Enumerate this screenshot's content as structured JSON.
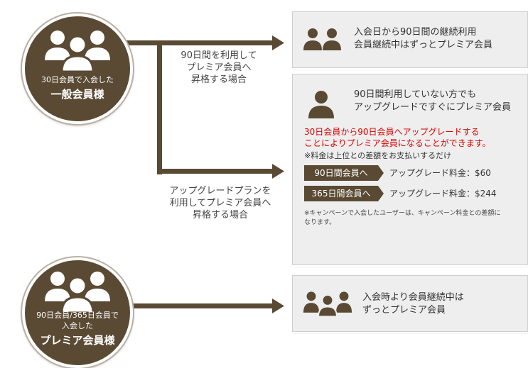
{
  "colors": {
    "brown": "#5a4a34",
    "red": "#e00000",
    "panel": "#eeeeee"
  },
  "circle_top": {
    "sub": "30日会員で入会した",
    "main": "一般会員様",
    "icon": "people-icon"
  },
  "circle_bottom": {
    "sub_line1": "90日会員/365日会員で",
    "sub_line2": "入会した",
    "main": "プレミア会員様",
    "icon": "people-icon"
  },
  "label_upper": {
    "line1": "90日間を利用して",
    "line2": "プレミア会員へ",
    "line3": "昇格する場合"
  },
  "label_lower": {
    "line1": "アップグレードプランを",
    "line2": "利用してプレミア会員へ",
    "line3": "昇格する場合"
  },
  "panel1": {
    "line1": "入会日から90日間の継続利用",
    "line2": "会員継続中はずっとプレミア会員",
    "icon": "people-icon"
  },
  "panel2": {
    "icon": "person-icon",
    "line1": "90日間利用していない方でも",
    "line2": "アップグレードですぐにプレミア会員",
    "red_line1": "30日会員から90日会員へアップグレードする",
    "red_line2": "ことによりプレミア会員になることができます。",
    "note1": "※料金は上位との差額をお支払いするだけ",
    "plans": [
      {
        "tag": "90日間会員へ",
        "fee": "アップグレード料金：$60"
      },
      {
        "tag": "365日間会員へ",
        "fee": "アップグレード料金：$244"
      }
    ],
    "note2_line1": "※キャンペーンで入会したユーザーは、キャンペーン料金との差額に",
    "note2_line2": "なります。"
  },
  "panel3": {
    "line1": "入会時より会員継続中は",
    "line2": "ずっとプレミア会員",
    "icon": "people-icon"
  }
}
